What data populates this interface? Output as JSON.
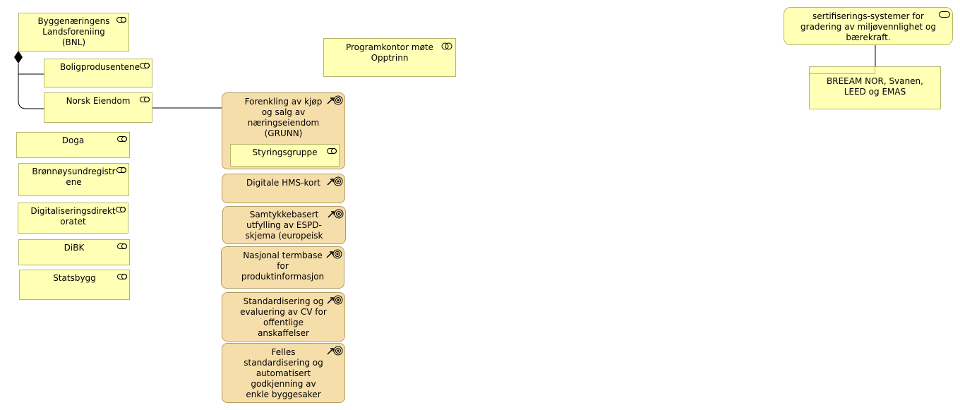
{
  "diagram": {
    "actors": {
      "bnl": "Byggenæringens Landsforeniing (BNL)",
      "boligprodusentene": "Boligprodusentene",
      "norsk_eiendom": "Norsk Eiendom",
      "doga": "Doga",
      "bronnoysund": "Brønnøysundregistrene",
      "digdir": "Digitaliseringsdirektoratet",
      "dibk": "DiBK",
      "statsbygg": "Statsbygg",
      "styringsgruppe": "Styringsgruppe"
    },
    "collaboration": "Programkontor møte Opptrinn",
    "goals": [
      "Forenkling av kjøp og salg av næringseiendom (GRUNN)",
      "Digitale HMS-kort",
      "Samtykkebasert utfylling av ESPD-skjema (europeisk",
      "Nasjonal termbase for produktinformasjon",
      "Standardisering og evaluering av CV for offentlige anskaffelser",
      "Felles standardisering og automatisert godkjenning av enkle byggesaker"
    ],
    "service": "sertifiserings-systemer for gradering av miljøvennlighet og bærekraft.",
    "artifact": "BREEAM NOR, Svanen, LEED og EMAS"
  },
  "colors": {
    "actor_fill": "#ffffb5",
    "goal_fill": "#f5deaa",
    "line": "#000000"
  }
}
